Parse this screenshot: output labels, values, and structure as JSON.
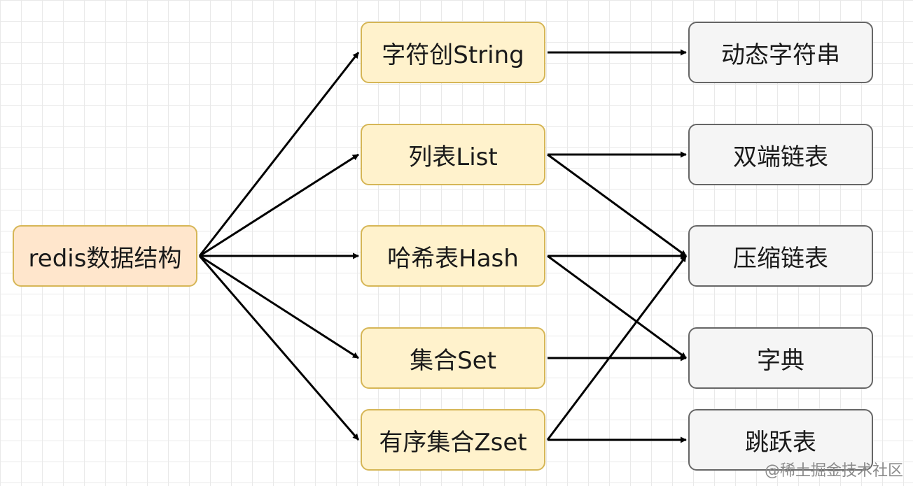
{
  "root": {
    "label": "redis数据结构"
  },
  "types": [
    {
      "label": "字符创String"
    },
    {
      "label": "列表List"
    },
    {
      "label": "哈希表Hash"
    },
    {
      "label": "集合Set"
    },
    {
      "label": "有序集合Zset"
    }
  ],
  "impls": [
    {
      "label": "动态字符串"
    },
    {
      "label": "双端链表"
    },
    {
      "label": "压缩链表"
    },
    {
      "label": "字典"
    },
    {
      "label": "跳跃表"
    }
  ],
  "edges": [
    [
      "root",
      "t0"
    ],
    [
      "root",
      "t1"
    ],
    [
      "root",
      "t2"
    ],
    [
      "root",
      "t3"
    ],
    [
      "root",
      "t4"
    ],
    [
      "t0",
      "i0"
    ],
    [
      "t1",
      "i1"
    ],
    [
      "t1",
      "i2"
    ],
    [
      "t2",
      "i2"
    ],
    [
      "t2",
      "i3"
    ],
    [
      "t3",
      "i3"
    ],
    [
      "t4",
      "i4"
    ],
    [
      "t4",
      "i2"
    ]
  ],
  "watermark": "@稀土掘金技术社区",
  "colors": {
    "root_fill": "#ffe6cc",
    "type_fill": "#fff2cc",
    "yellow_stroke": "#d6b656",
    "impl_fill": "#f5f5f5",
    "impl_stroke": "#666666",
    "edge": "#000000"
  }
}
